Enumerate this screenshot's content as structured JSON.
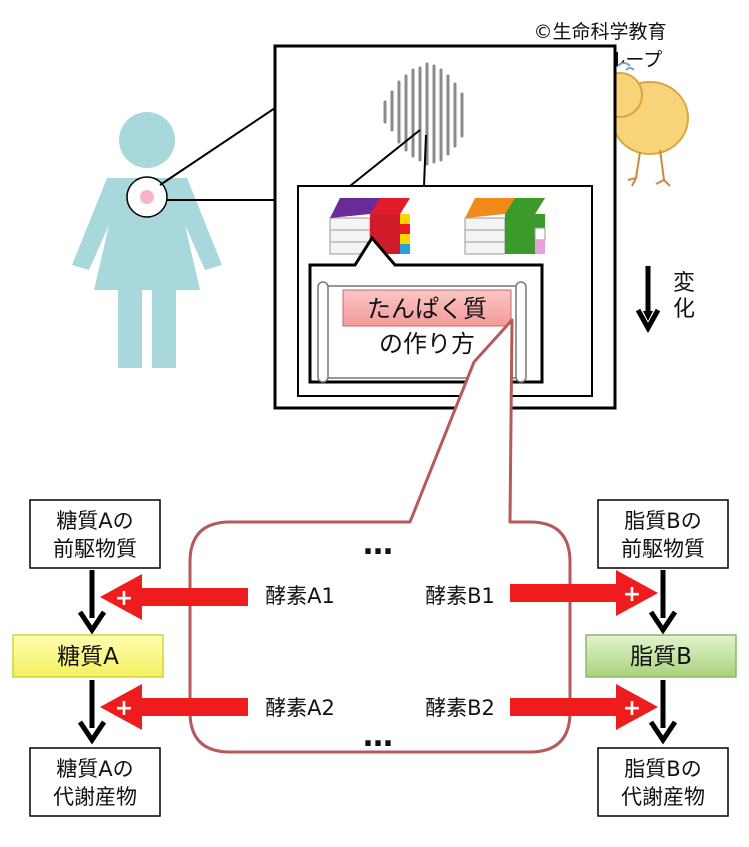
{
  "copyright": {
    "line1": "©生命科学教育",
    "line2": "シェアリンググループ"
  },
  "change_label": {
    "char1": "変",
    "char2": "化"
  },
  "scroll": {
    "title": "たんぱく質",
    "subtitle": "の作り方"
  },
  "ellipsis_top": "…",
  "ellipsis_bottom": "…",
  "enzymes": {
    "a1": "酵素A1",
    "a2": "酵素A2",
    "b1": "酵素B1",
    "b2": "酵素B2"
  },
  "left_pathway": {
    "precursor_line1": "糖質Aの",
    "precursor_line2": "前駆物質",
    "main": "糖質A",
    "metabolite_line1": "糖質Aの",
    "metabolite_line2": "代謝産物"
  },
  "right_pathway": {
    "precursor_line1": "脂質Bの",
    "precursor_line2": "前駆物質",
    "main": "脂質B",
    "metabolite_line1": "脂質Bの",
    "metabolite_line2": "代謝産物"
  },
  "plus_sign": "+",
  "colors": {
    "person": "#a8d8dc",
    "cell_highlight": "#f6b6c8",
    "callout_stroke": "#b55a5a",
    "arrow_red": "#ee1c1c",
    "glucose_fill": "#ffff88",
    "lipid_fill": "#c9e6a8",
    "scroll_label_fill": "#f6a9a9"
  }
}
